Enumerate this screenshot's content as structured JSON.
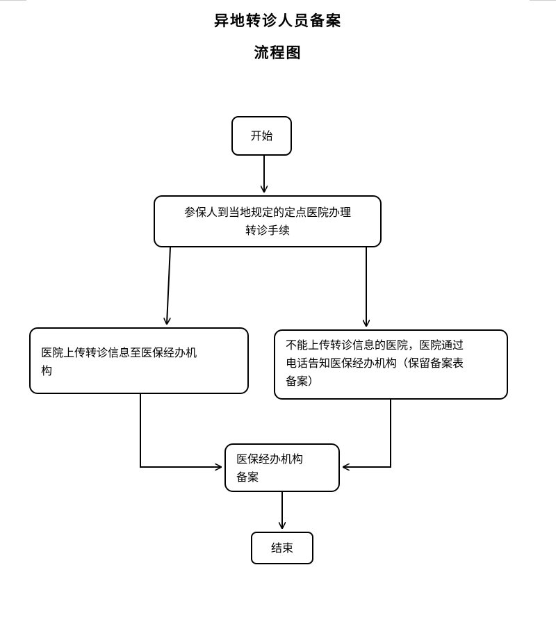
{
  "page": {
    "title_line1": "异地转诊人员备案",
    "title_line2": "流程图"
  },
  "flowchart": {
    "start": "开始",
    "submit": [
      "参保人到当地规定的定点医院办理",
      "转诊手续"
    ],
    "upload": [
      "医院上传转诊信息至医保经办机",
      "构"
    ],
    "phone": [
      "不能上传转诊信息的医院，医院通过",
      "电话告知医保经办机构（保留备案表",
      "备案）"
    ],
    "record": [
      "医保经办机构",
      "备案"
    ],
    "end": "结束"
  }
}
